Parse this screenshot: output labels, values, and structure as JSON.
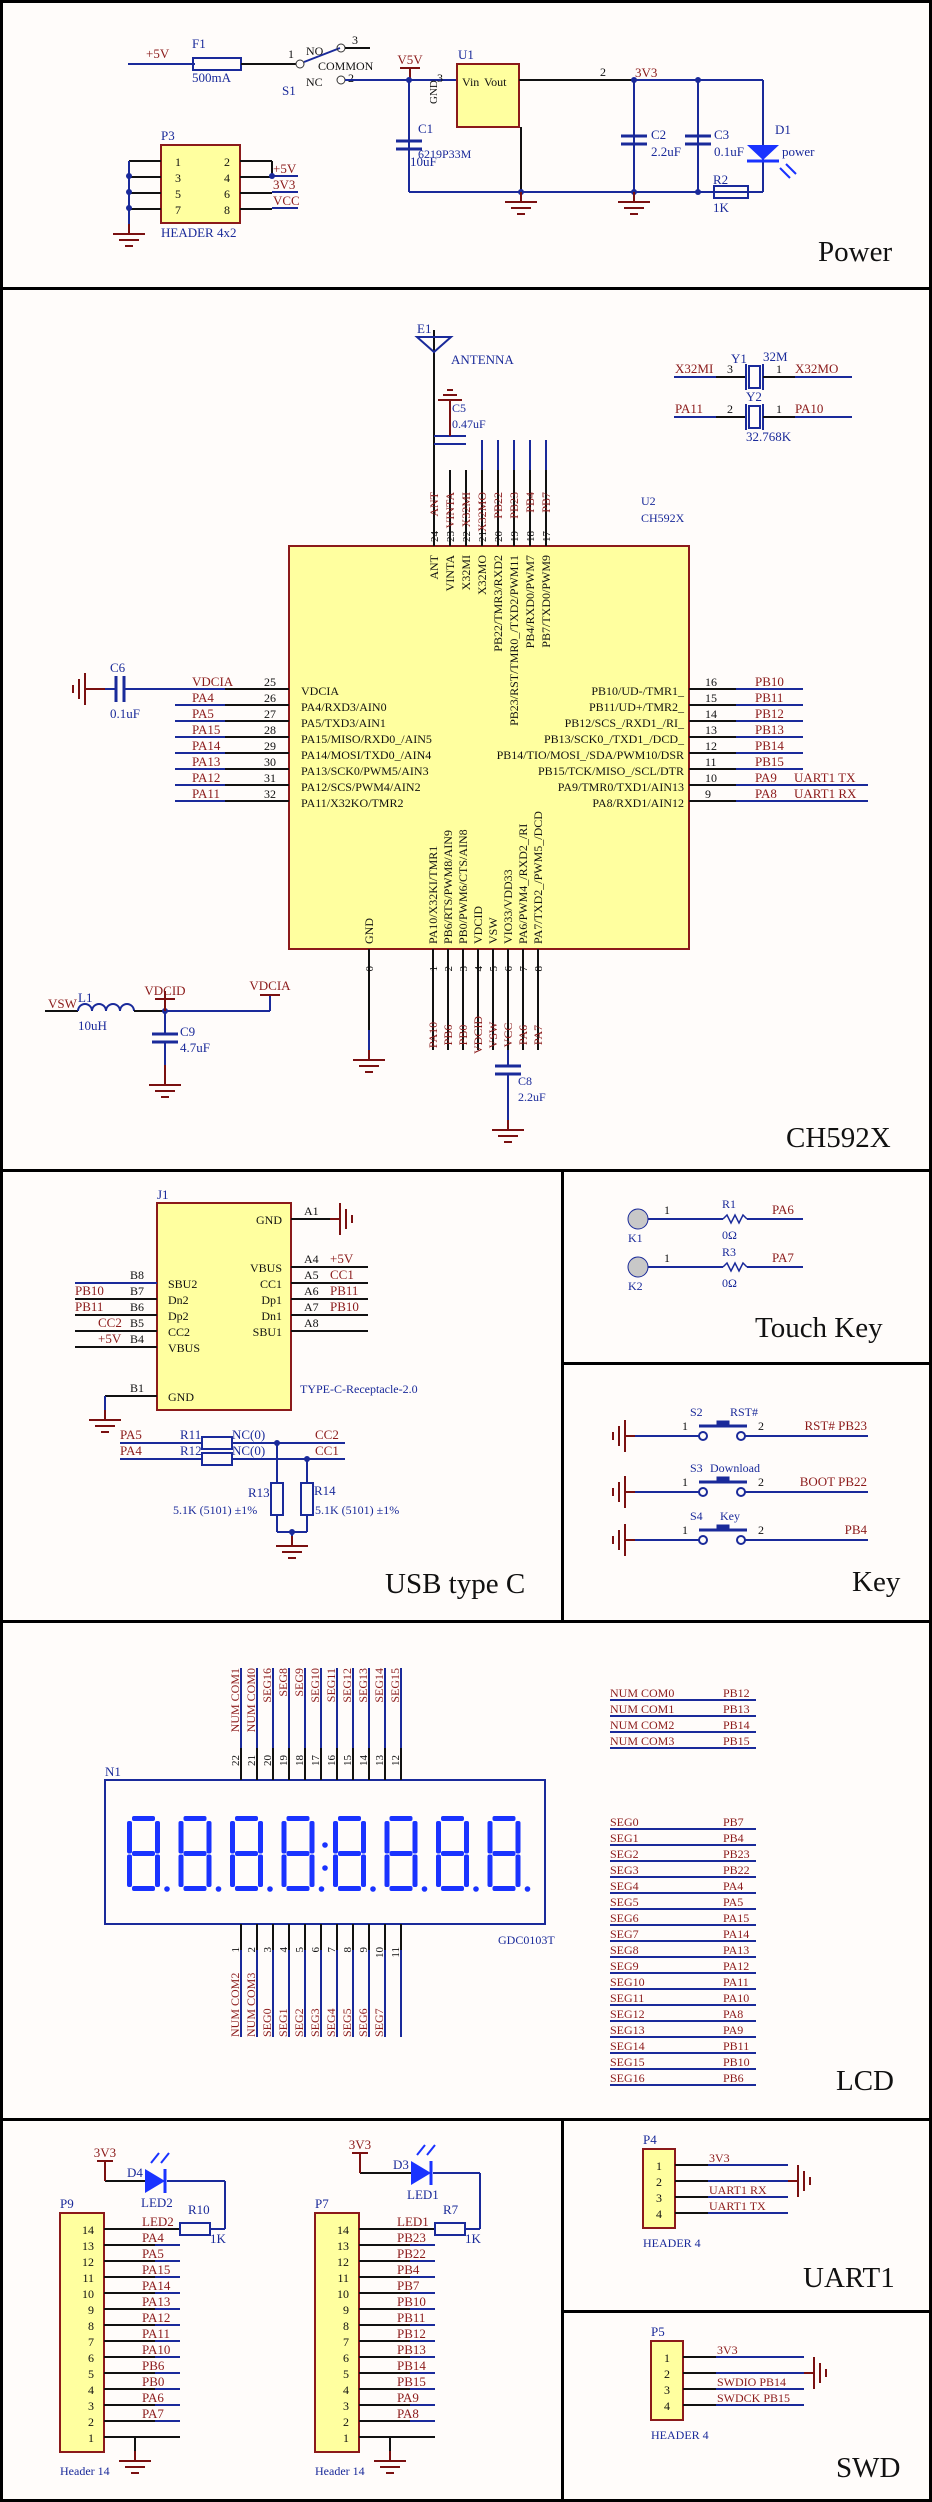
{
  "sections": {
    "power": "Power",
    "mcu": "CH592X",
    "usb": "USB type C",
    "touch": "Touch Key",
    "key": "Key",
    "lcd": "LCD",
    "uart": "UART1",
    "swd": "SWD"
  },
  "colors": {
    "wire": "#1a2a9a",
    "pin_wire": "#111111",
    "net_label": "#8b1a1a",
    "component_fill": "#ffff9f",
    "component_border": "#8b1a1a",
    "lcd_digits": "#1a33ff"
  },
  "power": {
    "net_5v": "+5V",
    "fuse": {
      "ref": "F1",
      "value": "500mA"
    },
    "switch": {
      "ref": "S1",
      "no": "NO",
      "common": "COMMON",
      "nc": "NC",
      "pin1": "1",
      "pin2": "2",
      "pin3": "3"
    },
    "net_v5v": "V5V",
    "regulator": {
      "ref": "U1",
      "part": "6219P33M",
      "vin": "Vin",
      "vout": "Vout",
      "gnd": "GND",
      "pin_in": "3",
      "pin_out": "2"
    },
    "c1": {
      "ref": "C1",
      "value": "10uF"
    },
    "net_3v3": "3V3",
    "c2": {
      "ref": "C2",
      "value": "2.2uF"
    },
    "c3": {
      "ref": "C3",
      "value": "0.1uF"
    },
    "d1": {
      "ref": "D1",
      "label": "power"
    },
    "r2": {
      "ref": "R2",
      "value": "1K"
    },
    "header": {
      "ref": "P3",
      "part": "HEADER 4x2",
      "pins_left": [
        "1",
        "3",
        "5",
        "7"
      ],
      "pins_right": [
        "2",
        "4",
        "6",
        "8"
      ],
      "nets": [
        "+5V",
        "3V3",
        "VCC"
      ]
    }
  },
  "mcu": {
    "antenna": {
      "ref": "E1",
      "label": "ANTENNA"
    },
    "c5": {
      "ref": "C5",
      "value": "0.47uF"
    },
    "chip": {
      "ref": "U2",
      "part": "CH592X"
    },
    "top_pins": [
      {
        "num": "24",
        "net": "ANT",
        "func": "ANT"
      },
      {
        "num": "23",
        "net": "VINTA",
        "func": "VINTA"
      },
      {
        "num": "22",
        "net": "X32MI",
        "func": "X32MI"
      },
      {
        "num": "21",
        "net": "X32MO",
        "func": "X32MO"
      },
      {
        "num": "20",
        "net": "PB22",
        "func": "PB22/TMR3/RXD2"
      },
      {
        "num": "19",
        "net": "PB23",
        "func": "PB23/RST/TMR0_/TXD2/PWM11"
      },
      {
        "num": "18",
        "net": "PB4",
        "func": "PB4/RXD0/PWM7"
      },
      {
        "num": "17",
        "net": "PB7",
        "func": "PB7/TXD0/PWM9"
      }
    ],
    "left_pins": [
      {
        "num": "25",
        "net": "VDCIA",
        "func": "VDCIA"
      },
      {
        "num": "26",
        "net": "PA4",
        "func": "PA4/RXD3/AIN0"
      },
      {
        "num": "27",
        "net": "PA5",
        "func": "PA5/TXD3/AIN1"
      },
      {
        "num": "28",
        "net": "PA15",
        "func": "PA15/MISO/RXD0_/AIN5"
      },
      {
        "num": "29",
        "net": "PA14",
        "func": "PA14/MOSI/TXD0_/AIN4"
      },
      {
        "num": "30",
        "net": "PA13",
        "func": "PA13/SCK0/PWM5/AIN3"
      },
      {
        "num": "31",
        "net": "PA12",
        "func": "PA12/SCS/PWM4/AIN2"
      },
      {
        "num": "32",
        "net": "PA11",
        "func": "PA11/X32KO/TMR2"
      }
    ],
    "right_pins": [
      {
        "num": "16",
        "net": "PB10",
        "alias": "",
        "func": "PB10/UD-/TMR1_"
      },
      {
        "num": "15",
        "net": "PB11",
        "alias": "",
        "func": "PB11/UD+/TMR2_"
      },
      {
        "num": "14",
        "net": "PB12",
        "alias": "",
        "func": "PB12/SCS_/RXD1_/RI_"
      },
      {
        "num": "13",
        "net": "PB13",
        "alias": "",
        "func": "PB13/SCK0_/TXD1_/DCD_"
      },
      {
        "num": "12",
        "net": "PB14",
        "alias": "",
        "func": "PB14/TIO/MOSI_/SDA/PWM10/DSR"
      },
      {
        "num": "11",
        "net": "PB15",
        "alias": "",
        "func": "PB15/TCK/MISO_/SCL/DTR"
      },
      {
        "num": "10",
        "net": "PA9",
        "alias": "UART1_TX",
        "func": "PA9/TMR0/TXD1/AIN13"
      },
      {
        "num": "9",
        "net": "PA8",
        "alias": "UART1_RX",
        "func": "PA8/RXD1/AIN12"
      }
    ],
    "bottom_pins": [
      {
        "num": "0",
        "net": "",
        "func": "GND"
      },
      {
        "num": "1",
        "net": "PA10",
        "func": "PA10/X32KI/TMR1"
      },
      {
        "num": "2",
        "net": "PB6",
        "func": "PB6/RTS/PWM8/AIN9"
      },
      {
        "num": "3",
        "net": "PB0",
        "func": "PB0/PWM6/CTS/AIN8"
      },
      {
        "num": "4",
        "net": "VDCID",
        "func": "VDCID"
      },
      {
        "num": "5",
        "net": "VSW",
        "func": "VSW"
      },
      {
        "num": "6",
        "net": "VCC",
        "func": "VIO33/VDD33"
      },
      {
        "num": "7",
        "net": "PA6",
        "func": "PA6/PWM4_/RXD2_/RI"
      },
      {
        "num": "8",
        "net": "PA7",
        "func": "PA7/TXD2_/PWM5_/DCD"
      }
    ],
    "c6": {
      "ref": "C6",
      "value": "0.1uF",
      "net": "VDCIA"
    },
    "c8": {
      "ref": "C8",
      "value": "2.2uF"
    },
    "c9": {
      "ref": "C9",
      "value": "4.7uF"
    },
    "l1": {
      "ref": "L1",
      "value": "10uH",
      "net_in": "VSW",
      "net_node": "VDCID",
      "net_out": "VDCIA"
    },
    "y1": {
      "ref": "Y1",
      "value": "32M",
      "net_l": "X32MI",
      "net_r": "X32MO",
      "pin_l": "3",
      "pin_r": "1"
    },
    "y2": {
      "ref": "Y2",
      "value": "32.768K",
      "net_l": "PA11",
      "net_r": "PA10",
      "pin_l": "2",
      "pin_r": "1"
    }
  },
  "usb": {
    "ref": "J1",
    "part": "TYPE-C-Receptacle-2.0",
    "left": [
      {
        "pin": "B8",
        "name": "SBU2",
        "net": ""
      },
      {
        "pin": "B7",
        "name": "Dn2",
        "net": "PB10"
      },
      {
        "pin": "B6",
        "name": "Dp2",
        "net": "PB11"
      },
      {
        "pin": "B5",
        "name": "CC2",
        "net": "CC2"
      },
      {
        "pin": "B4",
        "name": "VBUS",
        "net": "+5V"
      }
    ],
    "left_gnd": {
      "pin": "B1",
      "name": "GND"
    },
    "right_gnd": {
      "pin": "A1",
      "name": "GND"
    },
    "right": [
      {
        "pin": "A4",
        "name": "VBUS",
        "net": "+5V"
      },
      {
        "pin": "A5",
        "name": "CC1",
        "net": "CC1"
      },
      {
        "pin": "A6",
        "name": "Dp1",
        "net": "PB11"
      },
      {
        "pin": "A7",
        "name": "Dn1",
        "net": "PB10"
      },
      {
        "pin": "A8",
        "name": "SBU1",
        "net": ""
      }
    ],
    "r11": {
      "ref": "R11",
      "value": "NC(0)",
      "net_l": "PA5",
      "net_r": "CC2"
    },
    "r12": {
      "ref": "R12",
      "value": "NC(0)",
      "net_l": "PA4",
      "net_r": "CC1"
    },
    "r13": {
      "ref": "R13",
      "value": "5.1K (5101) ±1%"
    },
    "r14": {
      "ref": "R14",
      "value": "5.1K (5101) ±1%"
    }
  },
  "touch": {
    "keys": [
      {
        "ref": "K1",
        "pin": "1",
        "res": "R1",
        "value": "0Ω",
        "net": "PA6"
      },
      {
        "ref": "K2",
        "pin": "1",
        "res": "R3",
        "value": "0Ω",
        "net": "PA7"
      }
    ]
  },
  "key": {
    "buttons": [
      {
        "ref": "S2",
        "label": "RST#",
        "pin1": "1",
        "pin2": "2",
        "net": "RST#  PB23"
      },
      {
        "ref": "S3",
        "label": "Download",
        "pin1": "1",
        "pin2": "2",
        "net": "BOOT  PB22"
      },
      {
        "ref": "S4",
        "label": "Key",
        "pin1": "1",
        "pin2": "2",
        "net": "PB4"
      }
    ]
  },
  "lcd": {
    "ref": "N1",
    "part": "GDC0103T",
    "digits": 8,
    "top_pins": [
      {
        "num": "22",
        "net": "NUM_COM1"
      },
      {
        "num": "21",
        "net": "NUM_COM0"
      },
      {
        "num": "20",
        "net": "SEG16"
      },
      {
        "num": "19",
        "net": "SEG8"
      },
      {
        "num": "18",
        "net": "SEG9"
      },
      {
        "num": "17",
        "net": "SEG10"
      },
      {
        "num": "16",
        "net": "SEG11"
      },
      {
        "num": "15",
        "net": "SEG12"
      },
      {
        "num": "14",
        "net": "SEG13"
      },
      {
        "num": "13",
        "net": "SEG14"
      },
      {
        "num": "12",
        "net": "SEG15"
      }
    ],
    "bottom_pins": [
      {
        "num": "1",
        "net": "NUM_COM2"
      },
      {
        "num": "2",
        "net": "NUM_COM3"
      },
      {
        "num": "3",
        "net": "SEG0"
      },
      {
        "num": "4",
        "net": "SEG1"
      },
      {
        "num": "5",
        "net": "SEG2"
      },
      {
        "num": "6",
        "net": "SEG3"
      },
      {
        "num": "7",
        "net": "SEG4"
      },
      {
        "num": "8",
        "net": "SEG5"
      },
      {
        "num": "9",
        "net": "SEG6"
      },
      {
        "num": "10",
        "net": "SEG7"
      },
      {
        "num": "11",
        "net": ""
      }
    ],
    "com_map": [
      {
        "name": "NUM_COM0",
        "pin": "PB12"
      },
      {
        "name": "NUM_COM1",
        "pin": "PB13"
      },
      {
        "name": "NUM_COM2",
        "pin": "PB14"
      },
      {
        "name": "NUM_COM3",
        "pin": "PB15"
      }
    ],
    "seg_map": [
      {
        "name": "SEG0",
        "pin": "PB7"
      },
      {
        "name": "SEG1",
        "pin": "PB4"
      },
      {
        "name": "SEG2",
        "pin": "PB23"
      },
      {
        "name": "SEG3",
        "pin": "PB22"
      },
      {
        "name": "SEG4",
        "pin": "PA4"
      },
      {
        "name": "SEG5",
        "pin": "PA5"
      },
      {
        "name": "SEG6",
        "pin": "PA15"
      },
      {
        "name": "SEG7",
        "pin": "PA14"
      },
      {
        "name": "SEG8",
        "pin": "PA13"
      },
      {
        "name": "SEG9",
        "pin": "PA12"
      },
      {
        "name": "SEG10",
        "pin": "PA11"
      },
      {
        "name": "SEG11",
        "pin": "PA10"
      },
      {
        "name": "SEG12",
        "pin": "PA8"
      },
      {
        "name": "SEG13",
        "pin": "PA9"
      },
      {
        "name": "SEG14",
        "pin": "PB11"
      },
      {
        "name": "SEG15",
        "pin": "PB10"
      },
      {
        "name": "SEG16",
        "pin": "PB6"
      }
    ]
  },
  "headers14": [
    {
      "ref": "P9",
      "part": "Header 14",
      "led": "D4",
      "led_label": "LED2",
      "res": "R10",
      "res_value": "1K",
      "supply": "3V3",
      "pins": [
        "14",
        "13",
        "12",
        "11",
        "10",
        "9",
        "8",
        "7",
        "6",
        "5",
        "4",
        "3",
        "2",
        "1"
      ],
      "nets": [
        "LED2",
        "PA4",
        "PA5",
        "PA15",
        "PA14",
        "PA13",
        "PA12",
        "PA11",
        "PA10",
        "PB6",
        "PB0",
        "PA6",
        "PA7"
      ]
    },
    {
      "ref": "P7",
      "part": "Header 14",
      "led": "D3",
      "led_label": "LED1",
      "res": "R7",
      "res_value": "1K",
      "supply": "3V3",
      "pins": [
        "14",
        "13",
        "12",
        "11",
        "10",
        "9",
        "8",
        "7",
        "6",
        "5",
        "4",
        "3",
        "2",
        "1"
      ],
      "nets": [
        "LED1",
        "PB23",
        "PB22",
        "PB4",
        "PB7",
        "PB10",
        "PB11",
        "PB12",
        "PB13",
        "PB14",
        "PB15",
        "PA9",
        "PA8"
      ]
    }
  ],
  "uart": {
    "ref": "P4",
    "part": "HEADER 4",
    "pins": [
      "1",
      "2",
      "3",
      "4"
    ],
    "nets": [
      "3V3",
      "",
      "UART1_RX",
      "UART1_TX"
    ]
  },
  "swd": {
    "ref": "P5",
    "part": "HEADER 4",
    "pins": [
      "1",
      "2",
      "3",
      "4"
    ],
    "nets": [
      "3V3",
      "",
      "SWDIO  PB14",
      "SWDCK PB15"
    ]
  }
}
